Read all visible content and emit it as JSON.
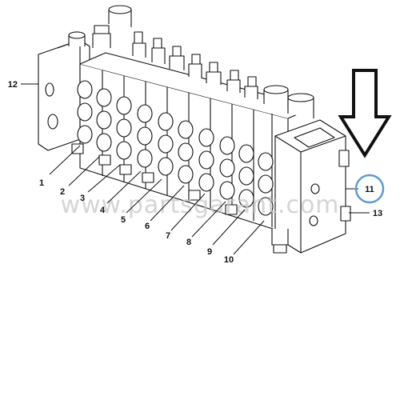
{
  "callouts": {
    "c1": "1",
    "c2": "2",
    "c3": "3",
    "c4": "4",
    "c5": "5",
    "c6": "6",
    "c7": "7",
    "c8": "8",
    "c9": "9",
    "c10": "10",
    "c11": "11",
    "c12": "12",
    "c13": "13"
  },
  "watermark": "www.partsgarant.com",
  "highlighted_callout": "11",
  "colors": {
    "line": "#111111",
    "highlight": "#5b9bd5",
    "watermark": "#c8c8c8"
  }
}
